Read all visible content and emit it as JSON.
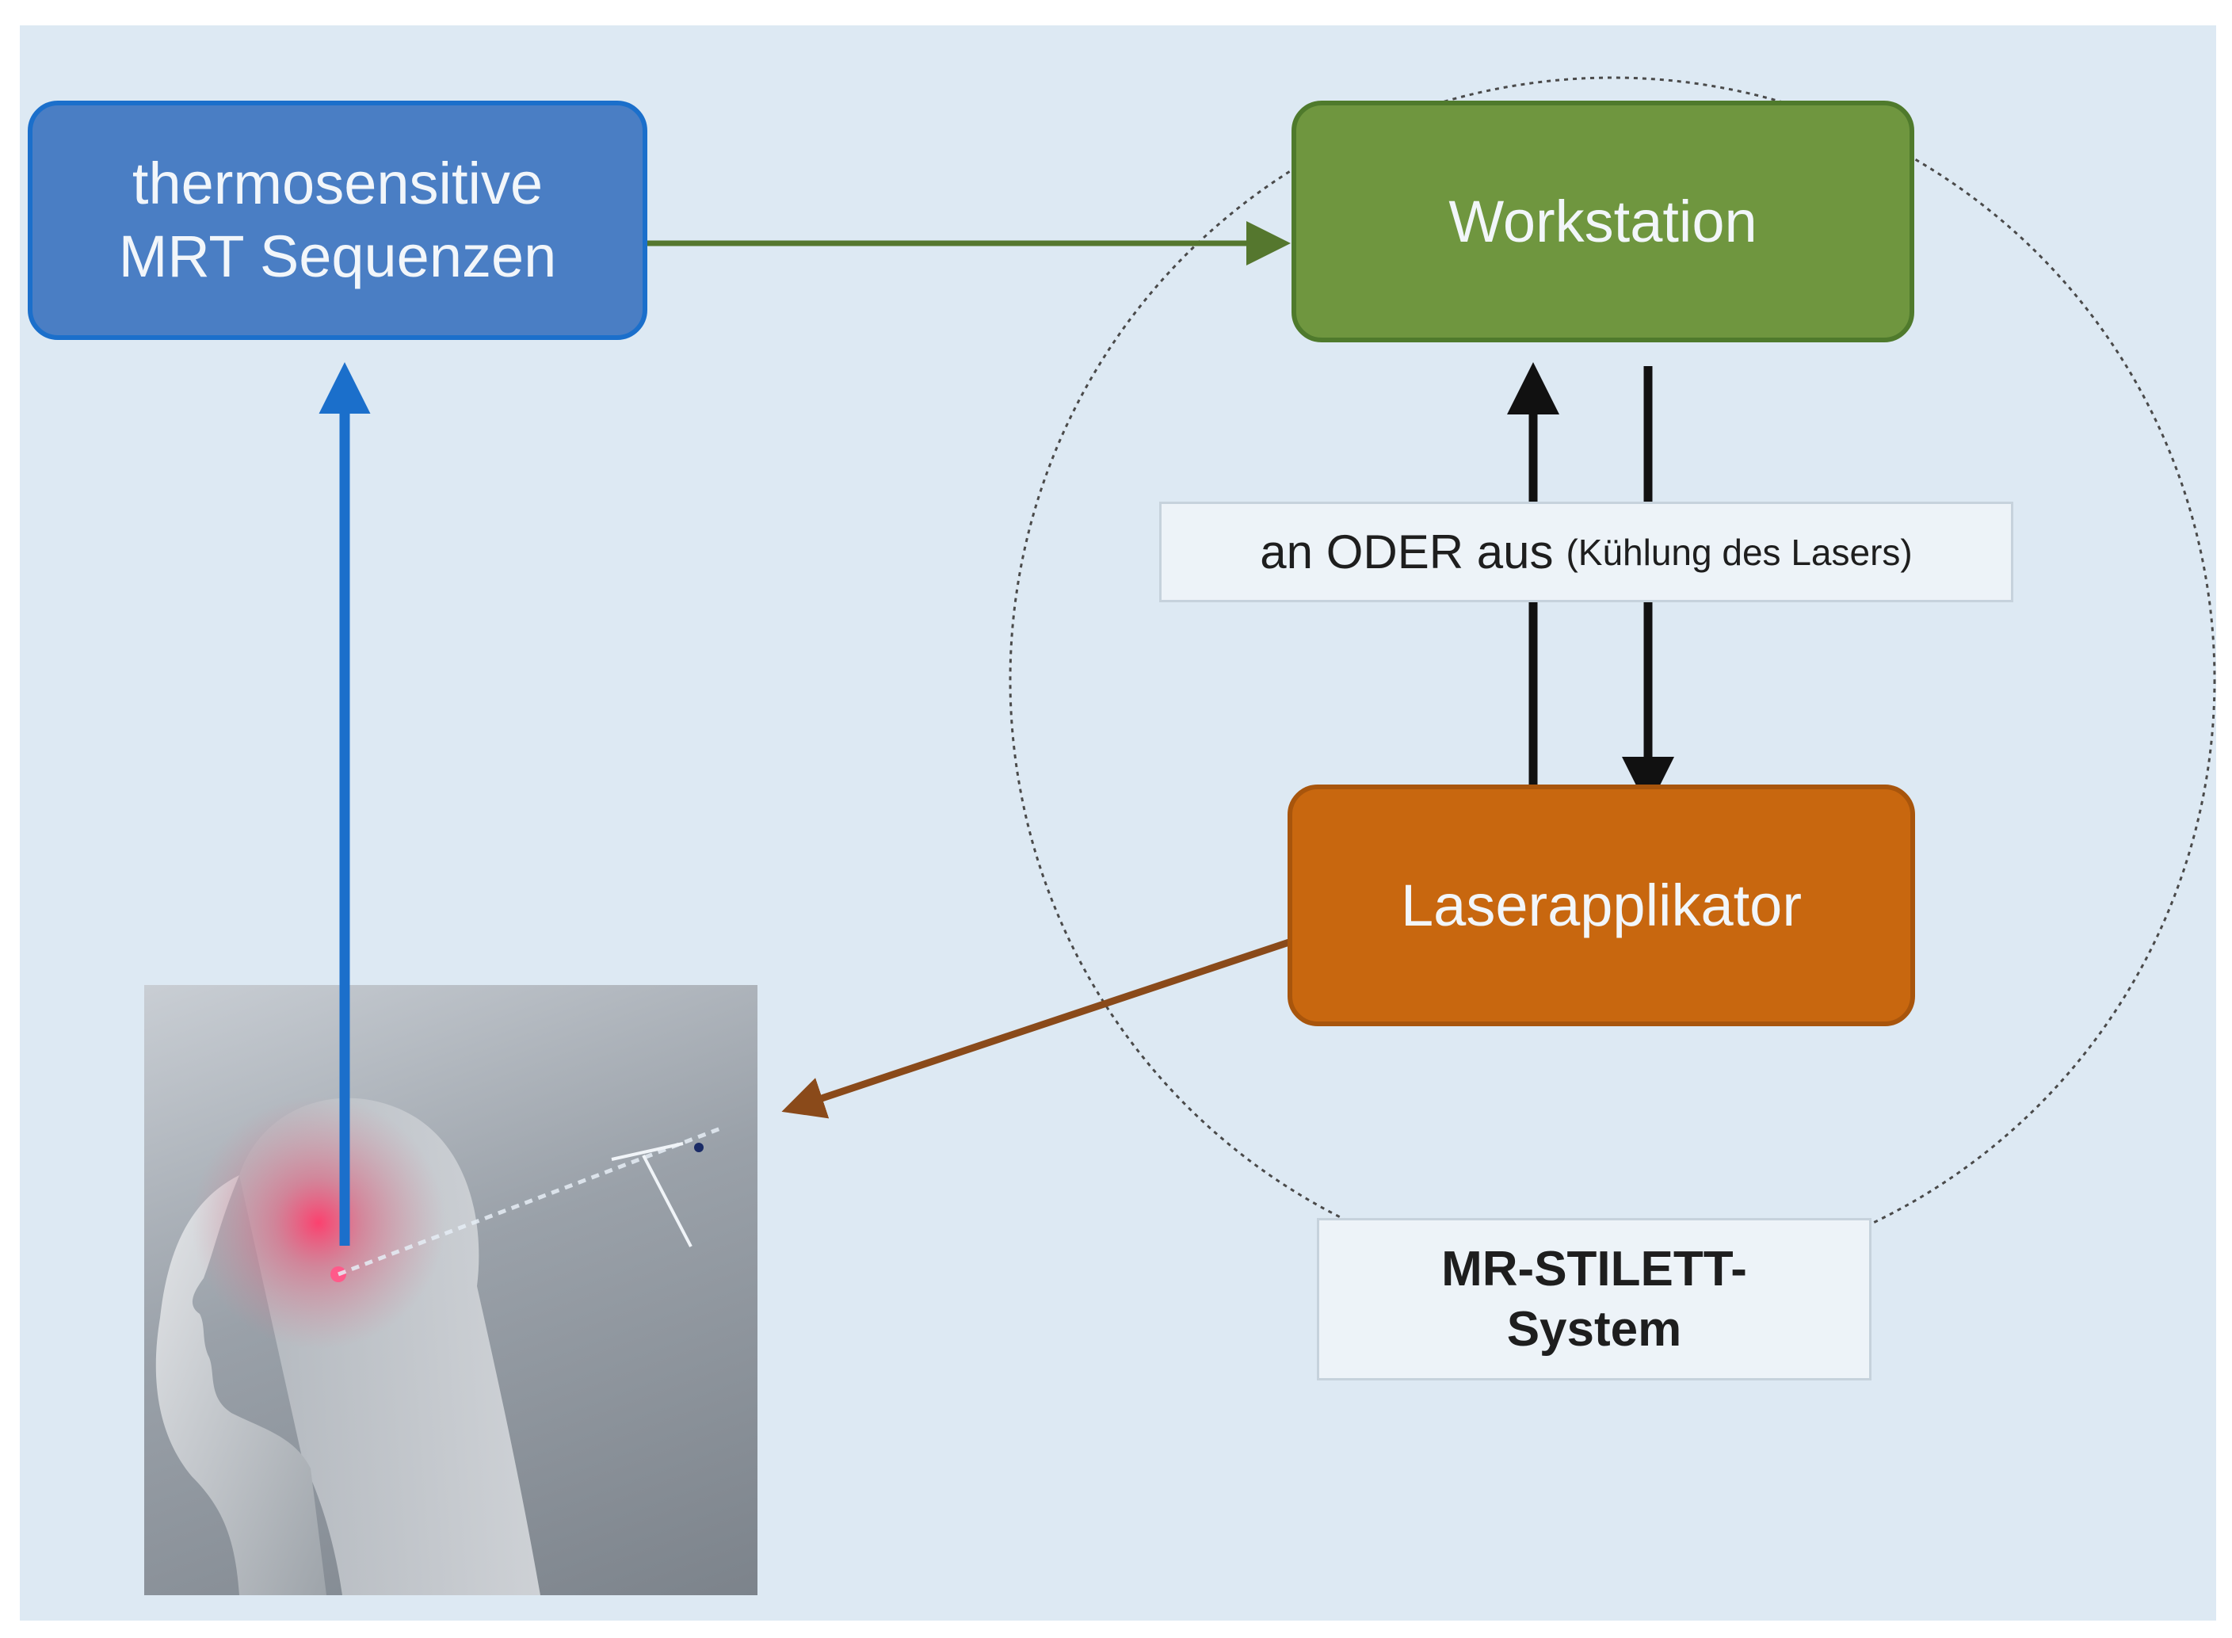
{
  "nodes": {
    "mrt": {
      "line1": "thermosensitive",
      "line2": "MRT Sequenzen",
      "color": "#4a7ec4"
    },
    "workstation": {
      "label": "Workstation",
      "color": "#6f963f"
    },
    "laser": {
      "label": "Laserapplikator",
      "color": "#c8670f"
    }
  },
  "signal_label": {
    "main": "an ODER aus",
    "sub": "(Kühlung des Lasers)"
  },
  "system_label": {
    "line1": "MR-STILETT-",
    "line2": "System"
  },
  "edges": [
    {
      "from": "mrt",
      "to": "workstation",
      "color": "#55772e"
    },
    {
      "from": "laser",
      "to": "workstation",
      "color": "#111111"
    },
    {
      "from": "workstation",
      "to": "laser",
      "color": "#111111"
    },
    {
      "from": "laser",
      "to": "patient",
      "color": "#8a4a1a"
    },
    {
      "from": "patient",
      "to": "mrt",
      "color": "#1b6fcb"
    }
  ],
  "illustration": {
    "subject": "head-profile-with-brain-and-laser-probe"
  }
}
